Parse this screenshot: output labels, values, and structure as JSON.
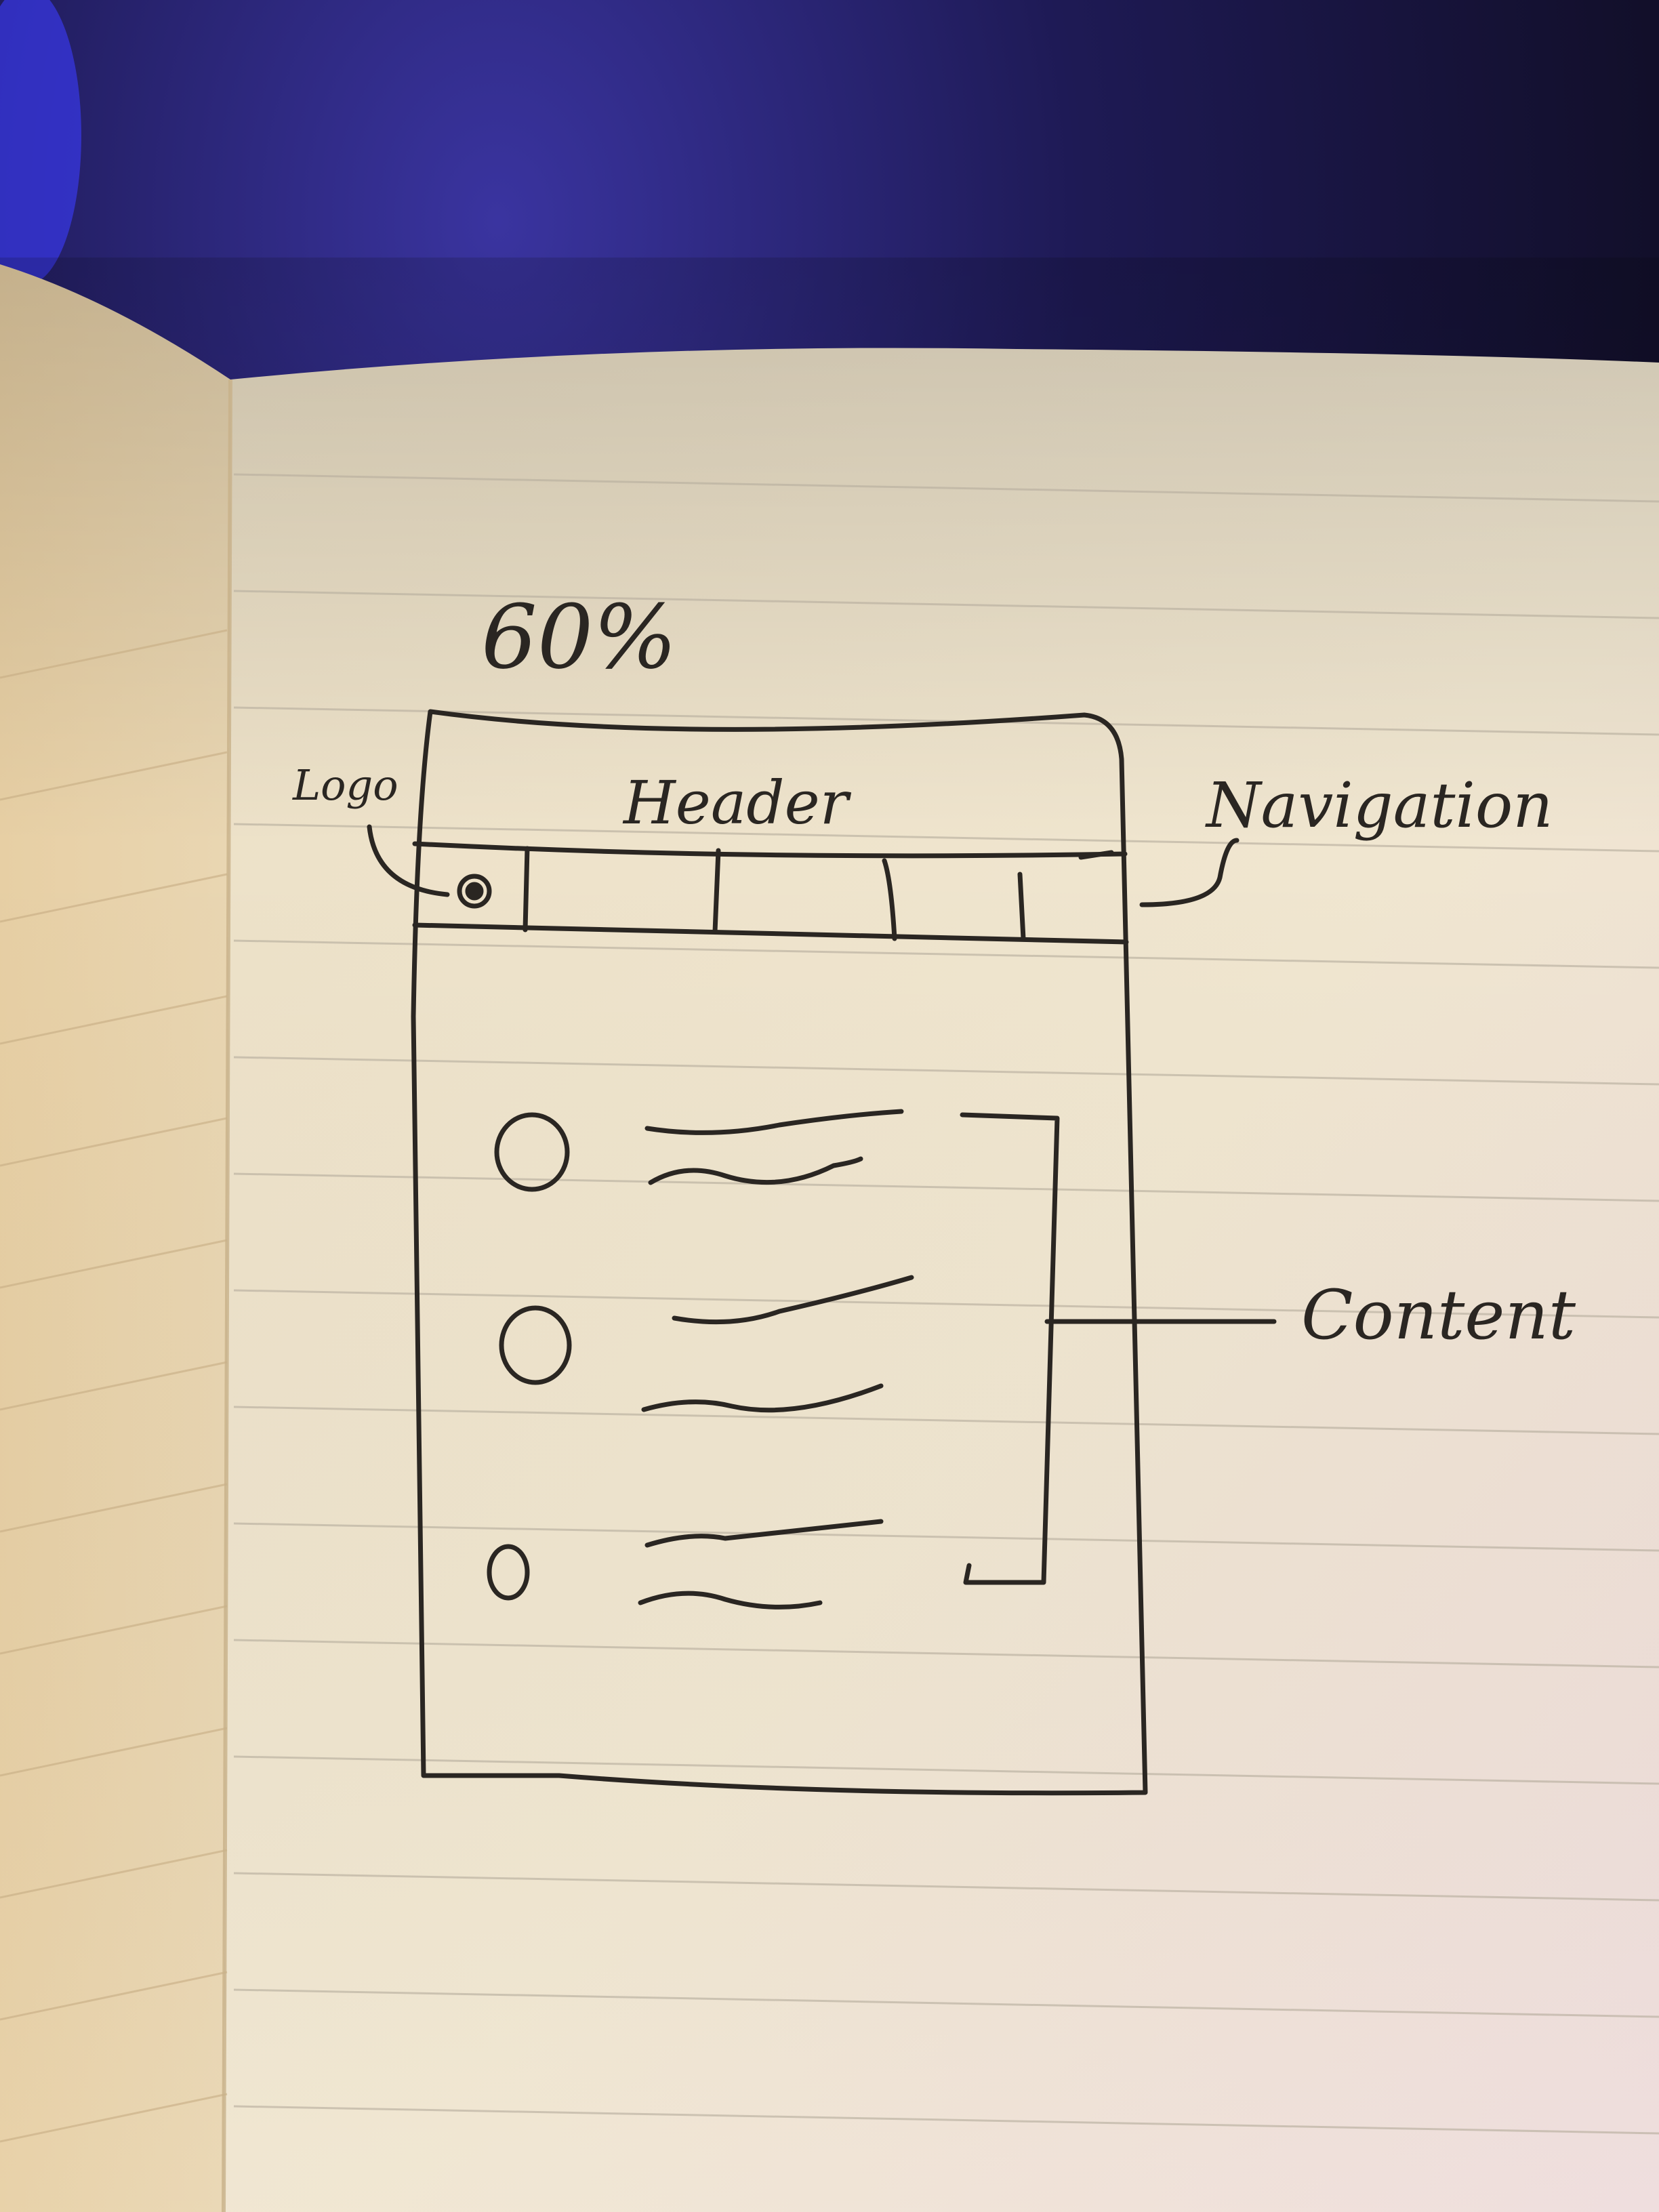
{
  "annotations": {
    "scale": "60%",
    "header": "Header",
    "logo": "Logo",
    "navigation": "Navigation",
    "content": "Content"
  },
  "content_items": [
    {
      "bullet": "circle",
      "lines": 2
    },
    {
      "bullet": "circle",
      "lines": 2
    },
    {
      "bullet": "circle",
      "lines": 2
    }
  ],
  "colors": {
    "ink": "#2a2622",
    "paper": "#efe4cc",
    "background": "#1a1430"
  }
}
